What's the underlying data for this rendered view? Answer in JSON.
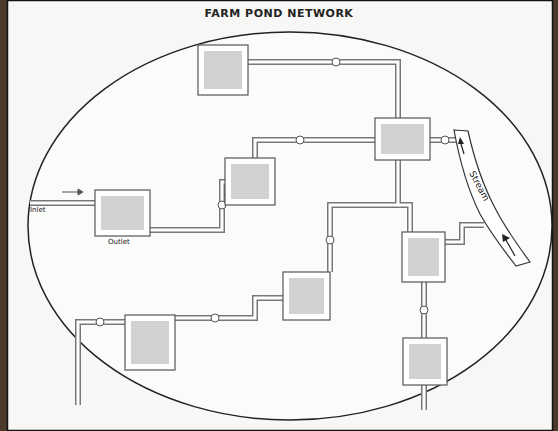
{
  "diagram": {
    "title": "FARM POND NETWORK",
    "nodes": [
      {
        "text": [
          "Stream"
        ]
      }
    ],
    "labels": [
      "Inlet",
      "Outlet"
    ]
  }
}
